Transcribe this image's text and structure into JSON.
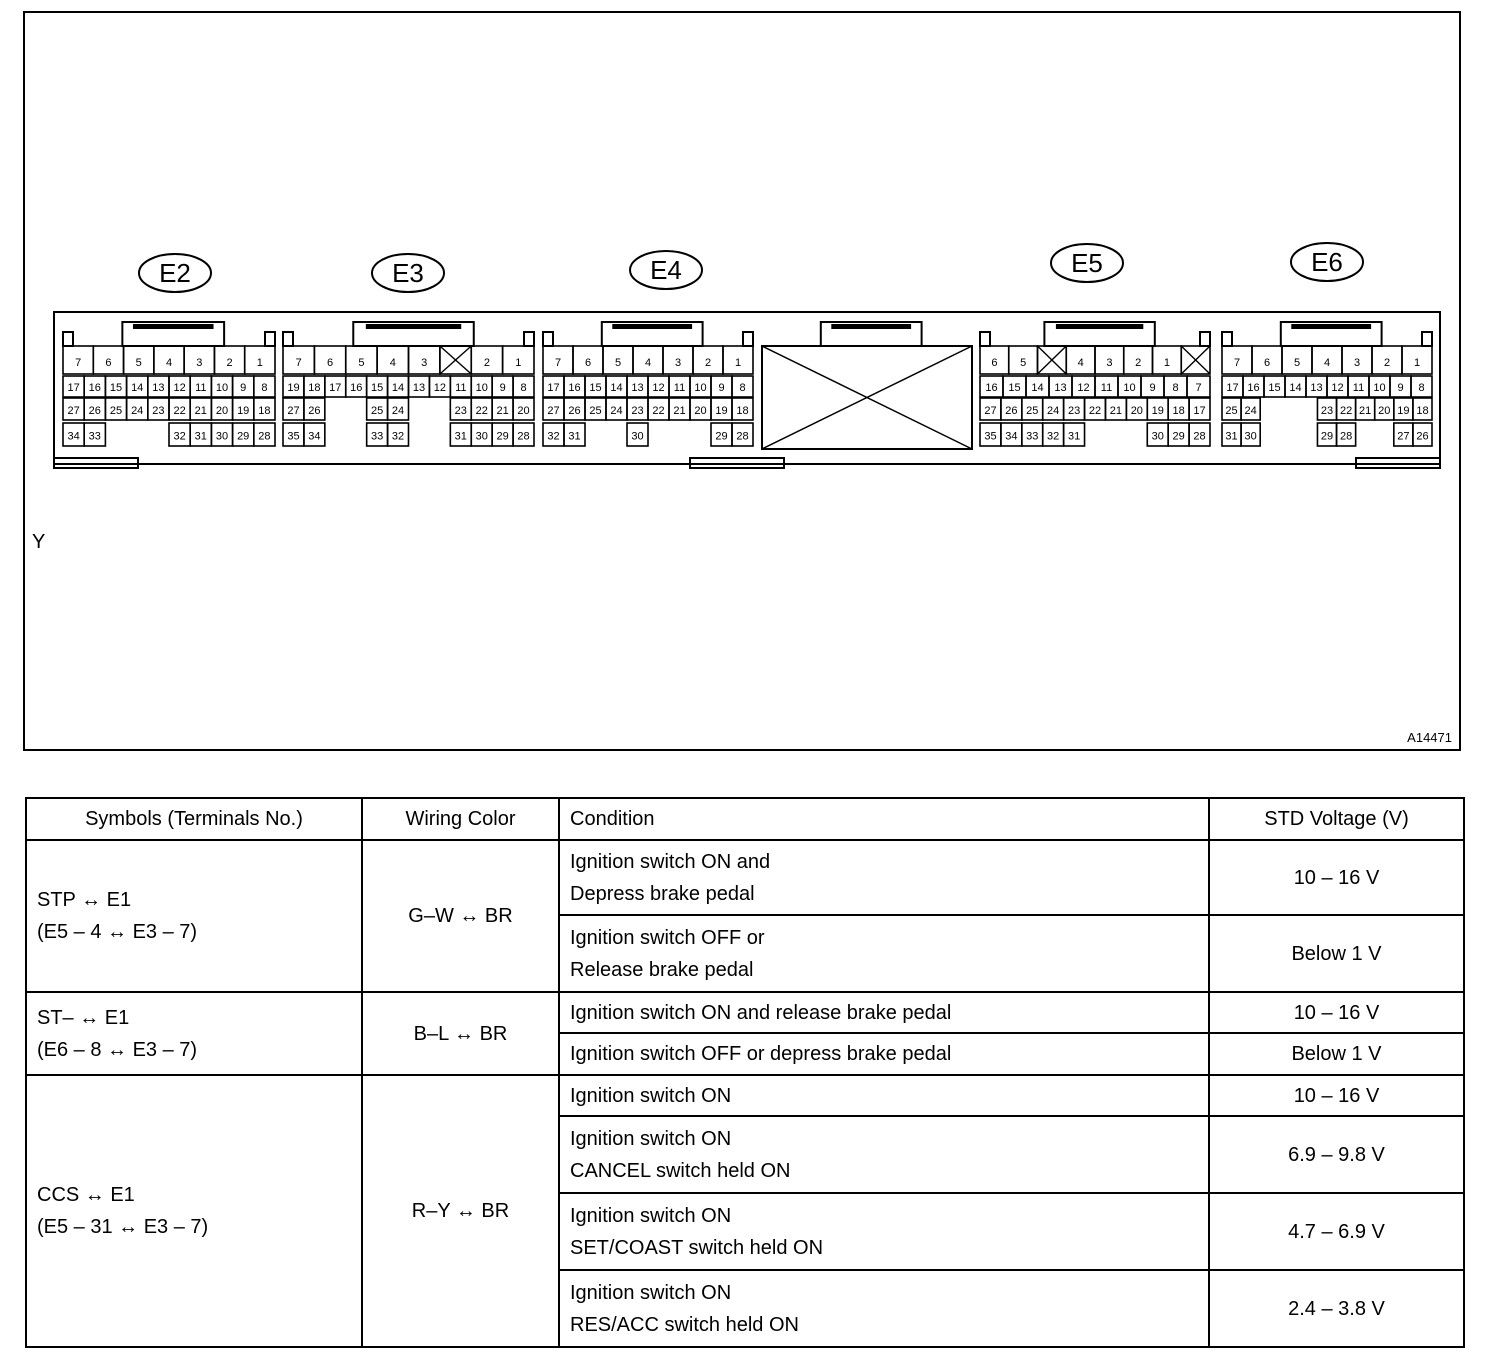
{
  "diagram": {
    "figure_id": "A14471",
    "side_label": "Y",
    "connectors": [
      {
        "label": "E2",
        "rows": [
          [
            "7",
            "6",
            "5",
            "4",
            "3",
            "2",
            "1"
          ],
          [
            "17",
            "16",
            "15",
            "14",
            "13",
            "12",
            "11",
            "10",
            "9",
            "8"
          ],
          [
            "27",
            "26",
            "25",
            "24",
            "23",
            "22",
            "21",
            "20",
            "19",
            "18"
          ],
          [
            "34",
            "33",
            "",
            "",
            "",
            "32",
            "31",
            "30",
            "29",
            "28"
          ]
        ]
      },
      {
        "label": "E3",
        "rows": [
          [
            "7",
            "6",
            "5",
            "4",
            "3",
            "X",
            "2",
            "1"
          ],
          [
            "19",
            "18",
            "17",
            "16",
            "15",
            "14",
            "13",
            "12",
            "11",
            "10",
            "9",
            "8"
          ],
          [
            "27",
            "26",
            "",
            "",
            "25",
            "24",
            "",
            "",
            "23",
            "22",
            "21",
            "20"
          ],
          [
            "35",
            "34",
            "",
            "",
            "33",
            "32",
            "",
            "",
            "31",
            "30",
            "29",
            "28"
          ]
        ]
      },
      {
        "label": "E4",
        "rows": [
          [
            "7",
            "6",
            "5",
            "4",
            "3",
            "2",
            "1"
          ],
          [
            "17",
            "16",
            "15",
            "14",
            "13",
            "12",
            "11",
            "10",
            "9",
            "8"
          ],
          [
            "27",
            "26",
            "25",
            "24",
            "23",
            "22",
            "21",
            "20",
            "19",
            "18"
          ],
          [
            "32",
            "31",
            "",
            "",
            "30",
            "",
            "",
            "",
            "29",
            "28"
          ]
        ]
      },
      {
        "label": "",
        "rows": []
      },
      {
        "label": "E5",
        "rows": [
          [
            "6",
            "5",
            "X",
            "4",
            "3",
            "2",
            "1",
            "X"
          ],
          [
            "16",
            "15",
            "14",
            "13",
            "12",
            "11",
            "10",
            "9",
            "8",
            "7"
          ],
          [
            "27",
            "26",
            "25",
            "24",
            "23",
            "22",
            "21",
            "20",
            "19",
            "18",
            "17"
          ],
          [
            "35",
            "34",
            "33",
            "32",
            "31",
            "",
            "",
            "",
            "30",
            "29",
            "28"
          ]
        ]
      },
      {
        "label": "E6",
        "rows": [
          [
            "7",
            "6",
            "5",
            "4",
            "3",
            "2",
            "1"
          ],
          [
            "17",
            "16",
            "15",
            "14",
            "13",
            "12",
            "11",
            "10",
            "9",
            "8"
          ],
          [
            "25",
            "24",
            "",
            "",
            "",
            "23",
            "22",
            "21",
            "20",
            "19",
            "18"
          ],
          [
            "31",
            "30",
            "",
            "",
            "",
            "29",
            "28",
            "",
            "",
            "27",
            "26"
          ]
        ]
      }
    ]
  },
  "table": {
    "headers": [
      "Symbols (Terminals No.)",
      "Wiring Color",
      "Condition",
      "STD Voltage (V)"
    ],
    "groups": [
      {
        "symbol_line1": "STP ↔ E1",
        "symbol_line2": "(E5 – 4 ↔ E3 – 7)",
        "wiring": "G–W ↔ BR",
        "rows": [
          {
            "cond1": "Ignition switch ON and",
            "cond2": "Depress brake pedal",
            "voltage": "10 – 16 V"
          },
          {
            "cond1": "Ignition switch OFF or",
            "cond2": "Release brake pedal",
            "voltage": "Below 1 V"
          }
        ]
      },
      {
        "symbol_line1": "ST– ↔ E1",
        "symbol_line2": "(E6 – 8 ↔ E3 – 7)",
        "wiring": "B–L ↔ BR",
        "rows": [
          {
            "cond1": "Ignition switch ON and release brake pedal",
            "voltage": "10 – 16 V"
          },
          {
            "cond1": "Ignition switch OFF or depress brake pedal",
            "voltage": "Below 1 V"
          }
        ]
      },
      {
        "symbol_line1": "CCS ↔ E1",
        "symbol_line2": "(E5 – 31 ↔ E3 – 7)",
        "wiring": "R–Y ↔ BR",
        "rows": [
          {
            "cond1": "Ignition switch ON",
            "voltage": "10 – 16 V"
          },
          {
            "cond1": "Ignition switch ON",
            "cond2": "CANCEL switch held ON",
            "voltage": "6.9 – 9.8 V"
          },
          {
            "cond1": "Ignition switch ON",
            "cond2": "SET/COAST switch held ON",
            "voltage": "4.7 – 6.9 V"
          },
          {
            "cond1": "Ignition switch ON",
            "cond2": "RES/ACC switch held ON",
            "voltage": "2.4 – 3.8 V"
          }
        ]
      }
    ]
  }
}
